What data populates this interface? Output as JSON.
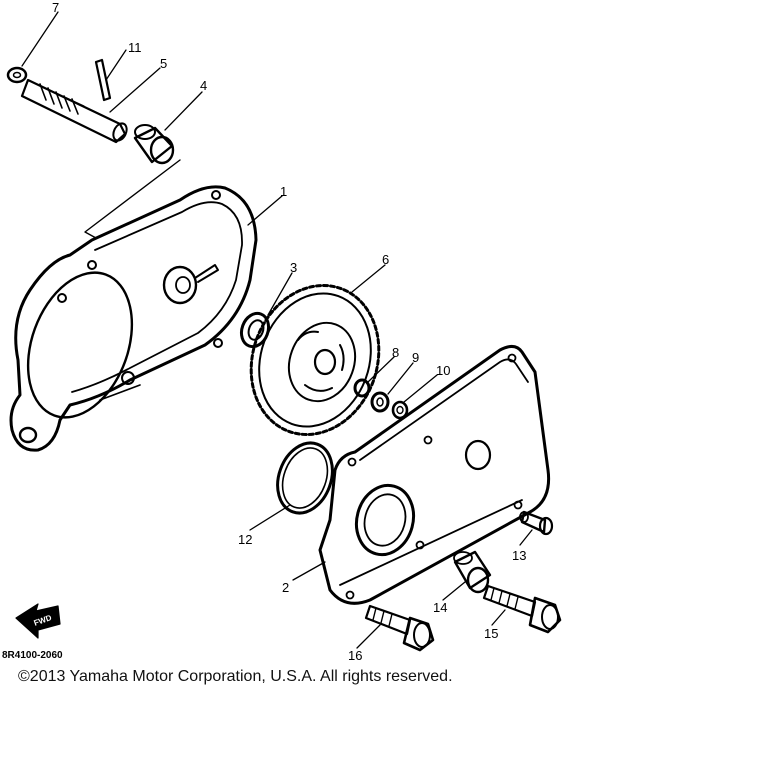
{
  "diagram": {
    "part_numbers": {
      "p1": "1",
      "p2": "2",
      "p3": "3",
      "p4": "4",
      "p5": "5",
      "p6": "6",
      "p7": "7",
      "p8": "8",
      "p9": "9",
      "p10": "10",
      "p11": "11",
      "p12": "12",
      "p13": "13",
      "p14": "14",
      "p15": "15",
      "p16": "16"
    },
    "diagram_code": "8R4100-2060",
    "forward_badge": "FWD",
    "copyright": "©2013 Yamaha Motor Corporation, U.S.A. All rights reserved."
  }
}
